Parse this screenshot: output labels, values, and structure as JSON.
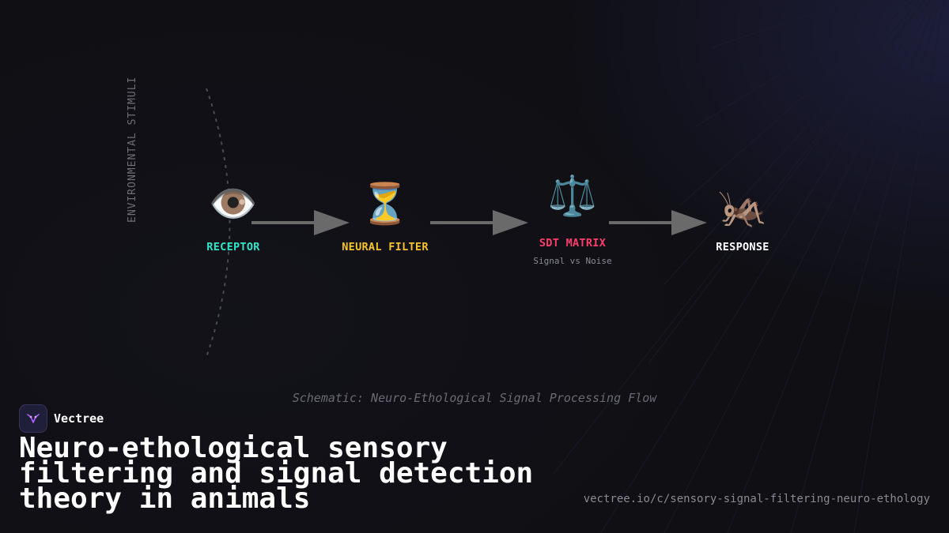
{
  "diagram": {
    "side_label": "ENVIRONMENTAL STIMULI",
    "nodes": [
      {
        "icon": "👁️",
        "icon_name": "eye-icon",
        "label": "RECEPTOR",
        "color": "#2fe6c8"
      },
      {
        "icon": "⏳",
        "icon_name": "hourglass-icon",
        "label": "NEURAL FILTER",
        "color": "#f5c230"
      },
      {
        "icon": "⚖️",
        "icon_name": "balance-scale-icon",
        "label": "SDT MATRIX",
        "sublabel": "Signal vs Noise",
        "color": "#ff3d6e"
      },
      {
        "icon": "🦗",
        "icon_name": "cricket-icon",
        "label": "RESPONSE",
        "color": "#ffffff"
      }
    ],
    "caption": "Schematic: Neuro-Ethological Signal Processing Flow"
  },
  "brand": {
    "name": "Vectree",
    "logo_icon": "vectree-logo-icon"
  },
  "title": "Neuro-ethological sensory filtering and signal detection theory in animals",
  "url": "vectree.io/c/sensory-signal-filtering-neuro-ethology"
}
